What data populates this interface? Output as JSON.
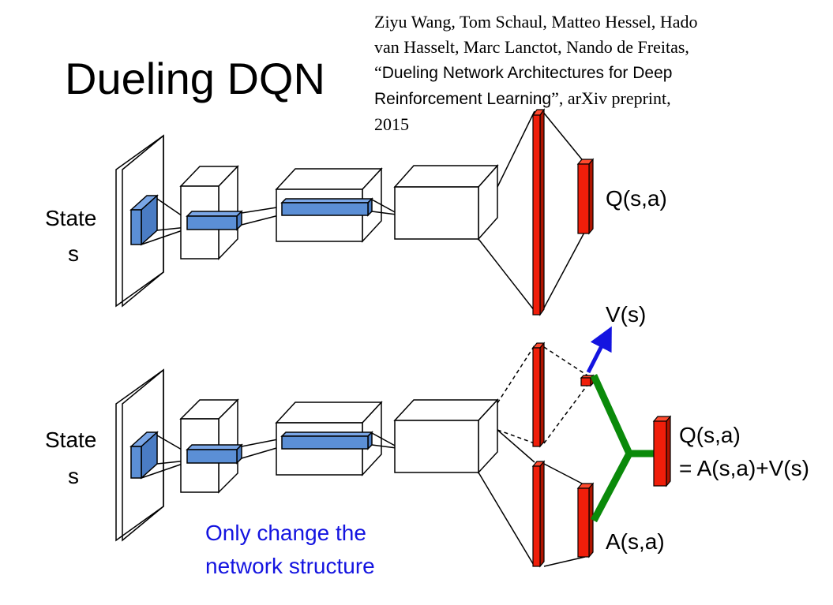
{
  "title": "Dueling DQN",
  "reference": {
    "authors_line1": "Ziyu Wang, Tom Schaul, Matteo Hessel, Hado",
    "authors_line2": "van Hasselt, Marc Lanctot, Nando de Freitas,",
    "open_quote": "“",
    "paper_title_line1": "Dueling Network Architectures for Deep",
    "paper_title_line2": "Reinforcement Learning",
    "close_quote_venue": "”, arXiv preprint,",
    "year": "2015"
  },
  "top_network": {
    "input_label_line1": "State",
    "input_label_line2": "s",
    "output_label": "Q(s,a)"
  },
  "bottom_network": {
    "input_label_line1": "State",
    "input_label_line2": "s",
    "value_label": "V(s)",
    "advantage_label": "A(s,a)",
    "output_label_line1": "Q(s,a)",
    "output_label_line2": "= A(s,a)+V(s)"
  },
  "note": {
    "line1": "Only change the",
    "line2": "network structure"
  },
  "colors": {
    "layer_red": "#f01e0a",
    "kernel_blue": "#5b8fd6",
    "combine_green": "#0a8a0a",
    "arrow_blue": "#1414e0",
    "note_blue": "#1414e0"
  }
}
